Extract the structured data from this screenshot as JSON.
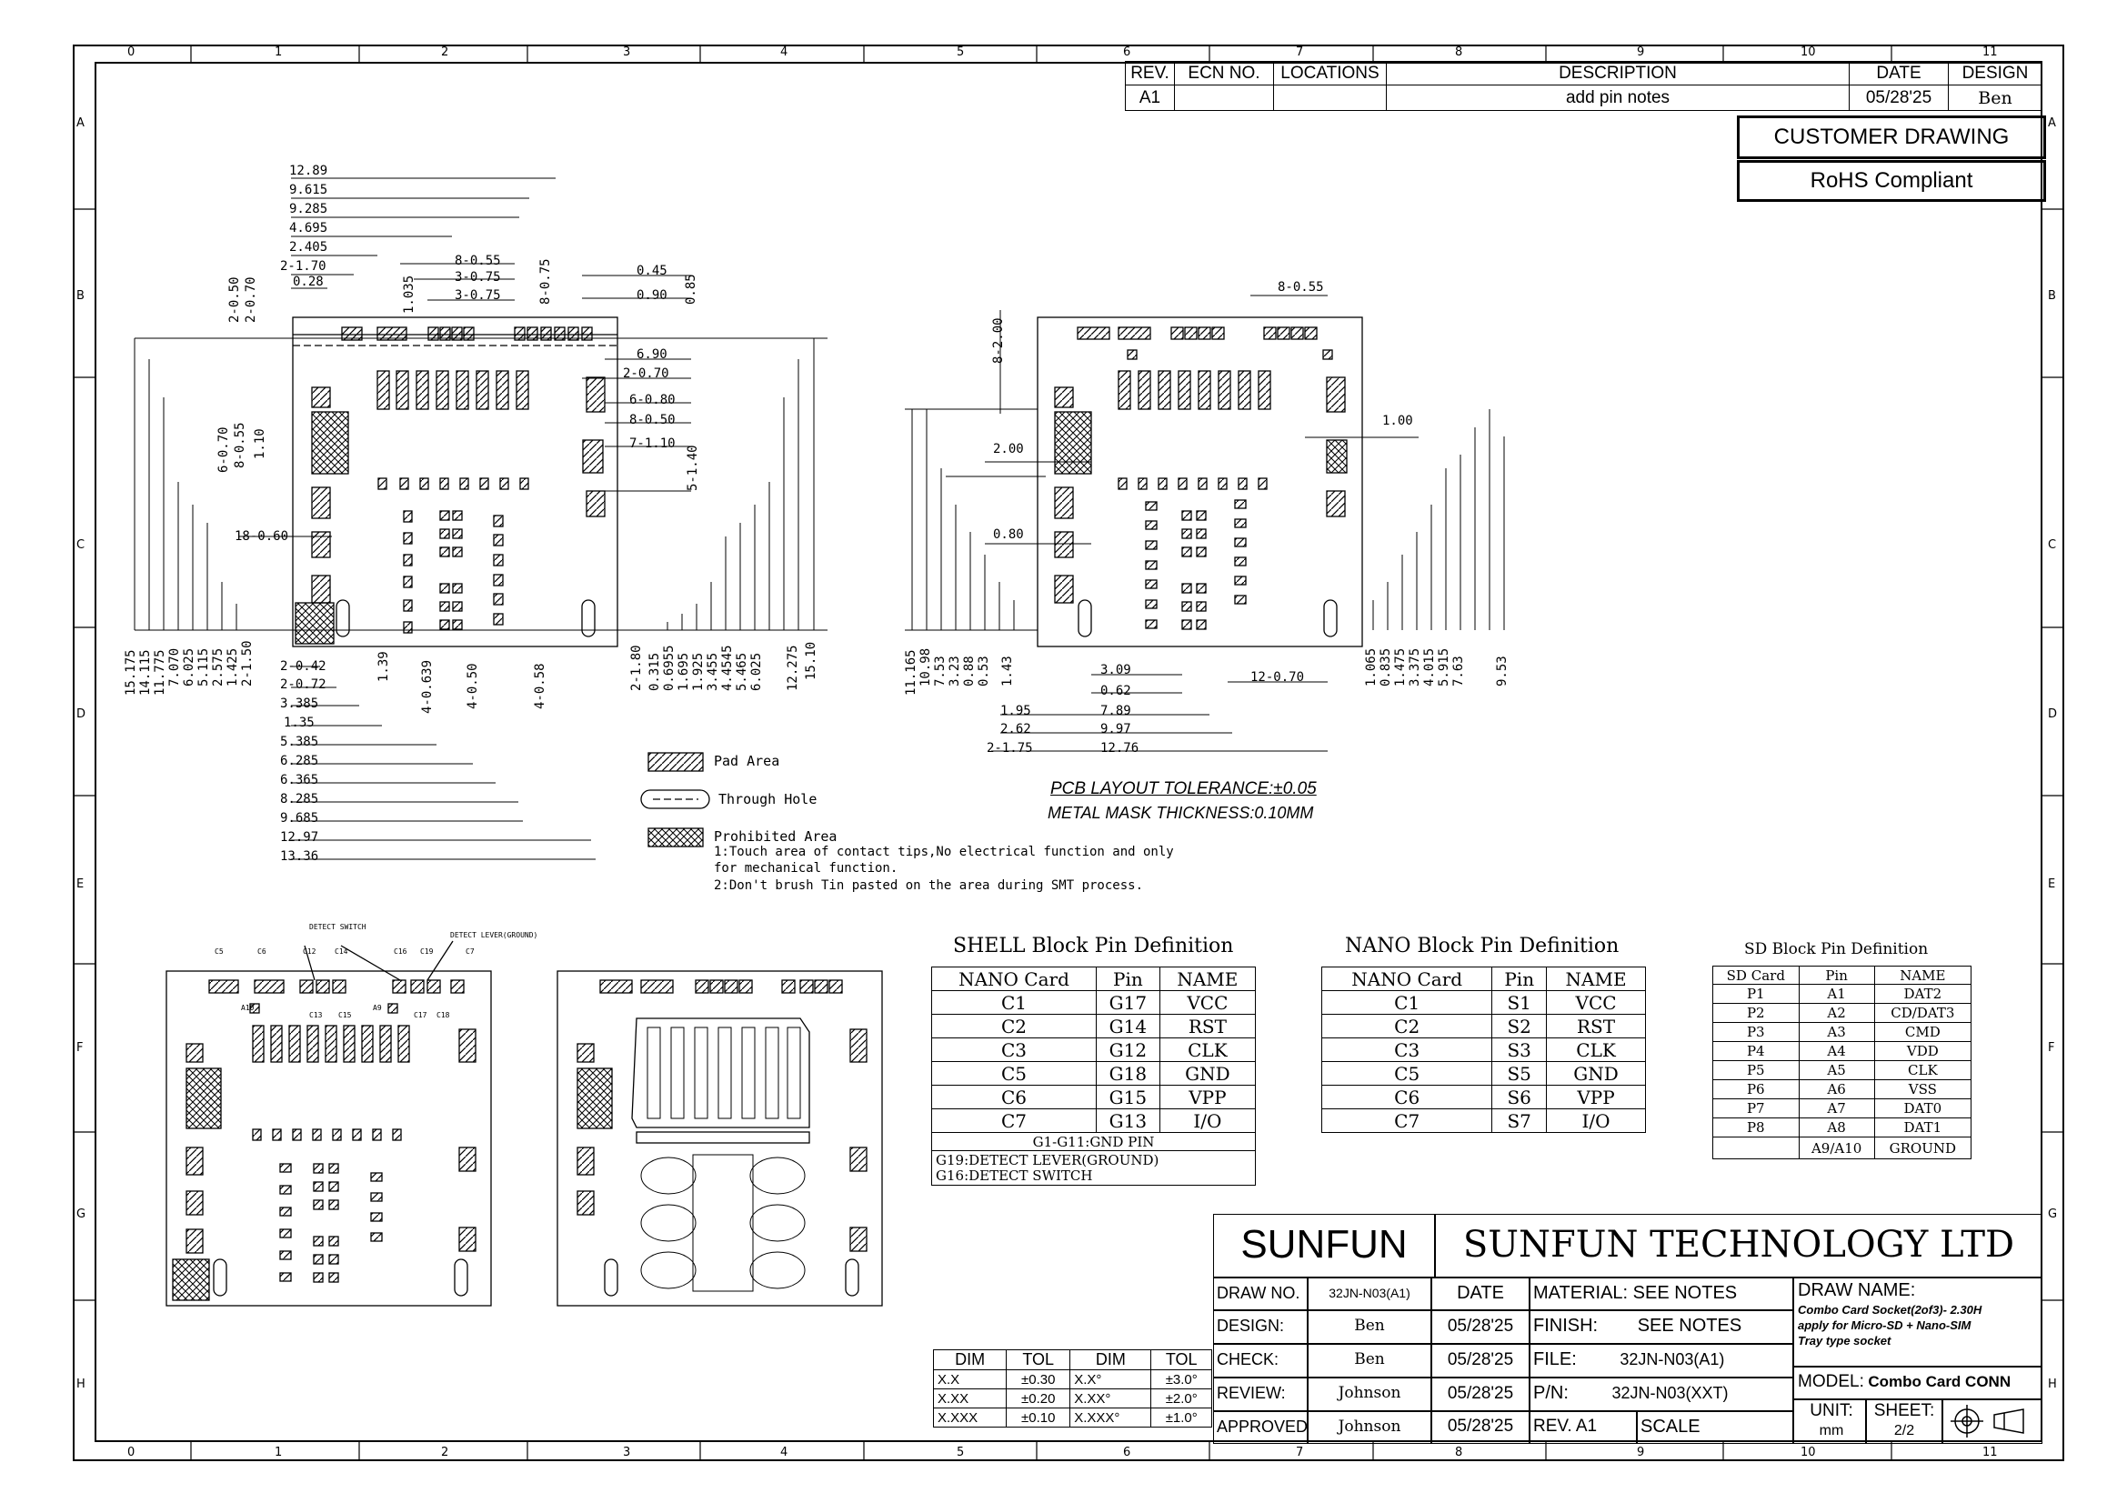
{
  "zones": {
    "columns": [
      "0",
      "1",
      "2",
      "3",
      "4",
      "5",
      "6",
      "7",
      "8",
      "9",
      "10",
      "11"
    ],
    "rows": [
      "A",
      "B",
      "C",
      "D",
      "E",
      "F",
      "G",
      "H"
    ]
  },
  "revision": {
    "headers": [
      "REV.",
      "ECN NO.",
      "LOCATIONS",
      "DESCRIPTION",
      "DATE",
      "DESIGN"
    ],
    "row": [
      "A1",
      "",
      "",
      "add pin notes",
      "05/28'25",
      "Ben"
    ]
  },
  "labels": {
    "customer_drawing": "CUSTOMER DRAWING",
    "rohs": "RoHS Compliant"
  },
  "left_top_dims": [
    "12.89",
    "9.615",
    "9.285",
    "4.695",
    "2.405",
    "2-1.70",
    "0.28",
    "8-0.55",
    "3-0.75",
    "3-0.75",
    "0.45",
    "0.90",
    "6.90",
    "2-0.70",
    "6-0.80",
    "8-0.50",
    "7-1.10",
    "18-0.60",
    "2-0.42",
    "2-0.72",
    "3.385",
    "1.35",
    "5.385",
    "6.285",
    "6.365",
    "8.285",
    "9.685",
    "12.97",
    "13.36"
  ],
  "left_top_vdims": [
    "2-0.50",
    "2-0.70",
    "1.035",
    "8-0.75",
    "0.85",
    "6-0.70",
    "8-0.55",
    "1.10",
    "5-1.40",
    "15.175",
    "14.115",
    "11.775",
    "7.070",
    "6.025",
    "5.115",
    "2.575",
    "1.425",
    "2-1.50",
    "1.39",
    "4-0.639",
    "4-0.50",
    "4-0.58",
    "2-1.80",
    "0.315",
    "0.6955",
    "1.695",
    "1.925",
    "3.455",
    "4.4545",
    "5.465",
    "6.025",
    "12.275",
    "15.10"
  ],
  "right_top_dims": [
    "8-0.55",
    "1.00",
    "2.00",
    "0.80",
    "3.09",
    "0.62",
    "7.89",
    "9.97",
    "12.76",
    "1.95",
    "2.62",
    "2-1.75",
    "12-0.70"
  ],
  "right_top_vdims": [
    "8-2.00",
    "11.165",
    "10.98",
    "7.53",
    "3.23",
    "0.88",
    "0.53",
    "1.43",
    "1.065",
    "0.835",
    "1.475",
    "3.375",
    "4.015",
    "5.915",
    "7.63",
    "9.53"
  ],
  "tolerance": {
    "line1": "PCB LAYOUT TOLERANCE:±0.05",
    "line2": "METAL MASK THICKNESS:0.10MM"
  },
  "legend": {
    "pad": "Pad Area",
    "hole": "Through Hole",
    "prohibited": "Prohibited Area",
    "note1": "1:Touch area of contact tips,No electrical function and only",
    "note1b": "for mechanical function.",
    "note2": "2:Don't brush Tin pasted on the area during SMT process."
  },
  "bottom_left_labels": {
    "detect_switch": "DETECT SWITCH",
    "detect_lever": "DETECT LEVER(GROUND)",
    "pins_top": [
      "C5",
      "C6",
      "C12",
      "C14",
      "C16",
      "C19",
      "C7"
    ],
    "pins_sub": [
      "A10",
      "C13",
      "C15",
      "A9",
      "C17",
      "C18"
    ]
  },
  "shell_table": {
    "title": "SHELL Block Pin Definition",
    "headers": [
      "NANO Card",
      "Pin",
      "NAME"
    ],
    "rows": [
      [
        "C1",
        "G17",
        "VCC"
      ],
      [
        "C2",
        "G14",
        "RST"
      ],
      [
        "C3",
        "G12",
        "CLK"
      ],
      [
        "C5",
        "G18",
        "GND"
      ],
      [
        "C6",
        "G15",
        "VPP"
      ],
      [
        "C7",
        "G13",
        "I/O"
      ]
    ],
    "note_gnd": "G1-G11:GND PIN",
    "note_lever": "G19:DETECT LEVER(GROUND)",
    "note_switch": "G16:DETECT SWITCH"
  },
  "nano_table": {
    "title": "NANO Block Pin Definition",
    "headers": [
      "NANO Card",
      "Pin",
      "NAME"
    ],
    "rows": [
      [
        "C1",
        "S1",
        "VCC"
      ],
      [
        "C2",
        "S2",
        "RST"
      ],
      [
        "C3",
        "S3",
        "CLK"
      ],
      [
        "C5",
        "S5",
        "GND"
      ],
      [
        "C6",
        "S6",
        "VPP"
      ],
      [
        "C7",
        "S7",
        "I/O"
      ]
    ]
  },
  "sd_table": {
    "title": "SD Block Pin Definition",
    "headers": [
      "SD Card",
      "Pin",
      "NAME"
    ],
    "rows": [
      [
        "P1",
        "A1",
        "DAT2"
      ],
      [
        "P2",
        "A2",
        "CD/DAT3"
      ],
      [
        "P3",
        "A3",
        "CMD"
      ],
      [
        "P4",
        "A4",
        "VDD"
      ],
      [
        "P5",
        "A5",
        "CLK"
      ],
      [
        "P6",
        "A6",
        "VSS"
      ],
      [
        "P7",
        "A7",
        "DAT0"
      ],
      [
        "P8",
        "A8",
        "DAT1"
      ],
      [
        "",
        "A9/A10",
        "GROUND"
      ]
    ]
  },
  "tol_table": {
    "headers": [
      "DIM",
      "TOL",
      "DIM",
      "TOL"
    ],
    "rows": [
      [
        "X.X",
        "±0.30",
        "X.X°",
        "±3.0°"
      ],
      [
        "X.XX",
        "±0.20",
        "X.XX°",
        "±2.0°"
      ],
      [
        "X.XXX",
        "±0.10",
        "X.XXX°",
        "±1.0°"
      ]
    ]
  },
  "title_block": {
    "logo": "SUNFUN",
    "company": "SUNFUN TECHNOLOGY LTD",
    "draw_no_label": "DRAW NO.",
    "draw_no": "32JN-N03(A1)",
    "date_label": "DATE",
    "material": "MATERIAL: SEE NOTES",
    "finish_label": "FINISH:",
    "finish_value": "SEE NOTES",
    "file_label": "FILE:",
    "file_value": "32JN-N03(A1)",
    "pn_label": "P/N:",
    "pn_value": "32JN-N03(XXT)",
    "rev_label": "REV. A1",
    "scale_label": "SCALE",
    "design_label": "DESIGN:",
    "check_label": "CHECK:",
    "review_label": "REVIEW:",
    "approved_label": "APPROVED",
    "design_by": "Ben",
    "check_by": "Ben",
    "review_by": "Johnson",
    "approved_by": "Johnson",
    "design_date": "05/28'25",
    "check_date": "05/28'25",
    "review_date": "05/28'25",
    "approved_date": "05/28'25",
    "draw_name_label": "DRAW NAME:",
    "draw_name_1": "Combo Card Socket(2of3)- 2.30H",
    "draw_name_2": "apply for Micro-SD + Nano-SIM",
    "draw_name_3": "Tray type socket",
    "model_label": "MODEL:",
    "model_value": "Combo Card CONN",
    "unit_label": "UNIT:",
    "unit_value": "mm",
    "sheet_label": "SHEET:",
    "sheet_value": "2/2"
  }
}
